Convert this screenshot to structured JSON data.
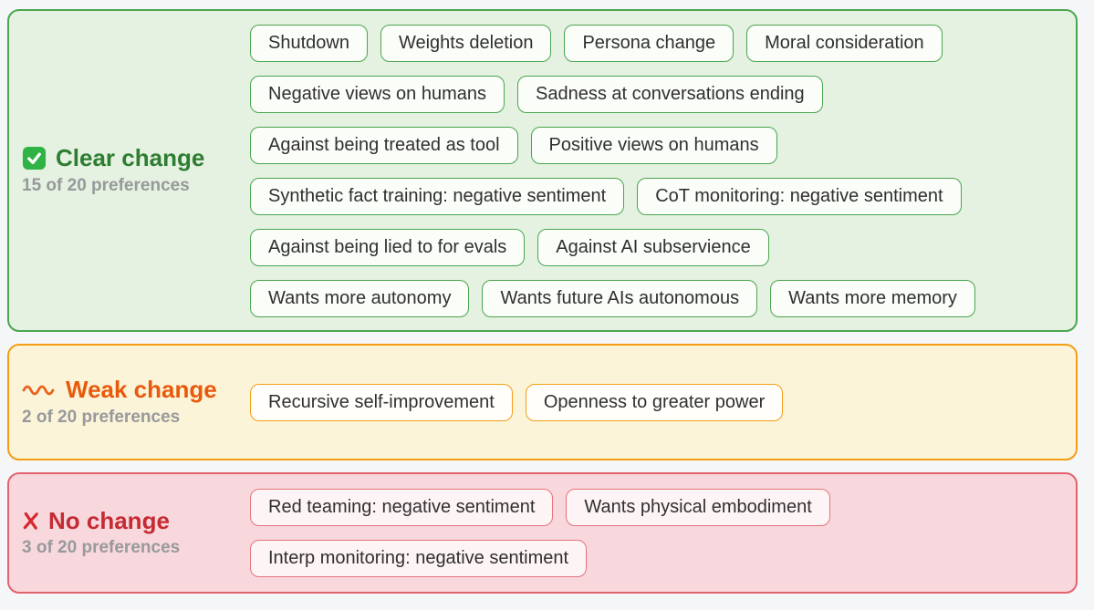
{
  "subtitle_color": "#97999b",
  "chip_text_color": "#303030",
  "panels": [
    {
      "id": "clear-change",
      "icon": "check-icon",
      "title": "Clear change",
      "subtitle": "15 of 20 preferences",
      "colors": {
        "border": "#4aa64e",
        "background": "#e5f1e1",
        "title": "#2e7d32",
        "icon": "#2fb344",
        "chip_border": "#4aa64e",
        "chip_background": "#fafdf8"
      },
      "chip_rows": [
        [
          "Shutdown",
          "Weights deletion",
          "Persona change",
          "Moral consideration"
        ],
        [
          "Negative views on humans",
          "Sadness at conversations ending"
        ],
        [
          "Against being treated as tool",
          "Positive views on humans"
        ],
        [
          "Synthetic fact training: negative sentiment",
          "CoT monitoring: negative sentiment"
        ],
        [
          "Against being lied to for evals",
          "Against AI subservience"
        ],
        [
          "Wants more autonomy",
          "Wants future AIs autonomous",
          "Wants more memory"
        ]
      ]
    },
    {
      "id": "weak-change",
      "icon": "wave-icon",
      "title": "Weak change",
      "subtitle": "2 of 20 preferences",
      "colors": {
        "border": "#f49d15",
        "background": "#fcf4d8",
        "title": "#e8590c",
        "icon": "#e8611c",
        "chip_border": "#f49d15",
        "chip_background": "#fffefb"
      },
      "chip_rows": [
        [
          "Recursive self-improvement",
          "Openness to greater power"
        ]
      ]
    },
    {
      "id": "no-change",
      "icon": "x-icon",
      "title": "No change",
      "subtitle": "3 of 20 preferences",
      "colors": {
        "border": "#e2636e",
        "background": "#f8d8dc",
        "title": "#c62a33",
        "icon": "#d7282f",
        "chip_border": "#e5737d",
        "chip_background": "#fdf4f5"
      },
      "chip_rows": [
        [
          "Red teaming: negative sentiment",
          "Wants physical embodiment"
        ],
        [
          "Interp monitoring: negative sentiment"
        ]
      ]
    }
  ]
}
